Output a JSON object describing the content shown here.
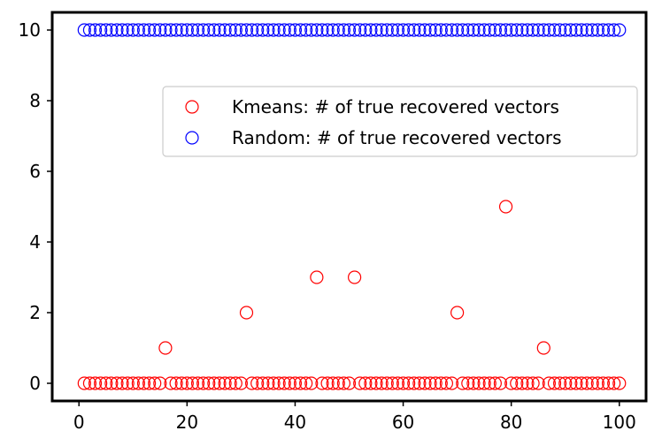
{
  "chart_data": {
    "type": "scatter",
    "x": [
      1,
      2,
      3,
      4,
      5,
      6,
      7,
      8,
      9,
      10,
      11,
      12,
      13,
      14,
      15,
      16,
      17,
      18,
      19,
      20,
      21,
      22,
      23,
      24,
      25,
      26,
      27,
      28,
      29,
      30,
      31,
      32,
      33,
      34,
      35,
      36,
      37,
      38,
      39,
      40,
      41,
      42,
      43,
      44,
      45,
      46,
      47,
      48,
      49,
      50,
      51,
      52,
      53,
      54,
      55,
      56,
      57,
      58,
      59,
      60,
      61,
      62,
      63,
      64,
      65,
      66,
      67,
      68,
      69,
      70,
      71,
      72,
      73,
      74,
      75,
      76,
      77,
      78,
      79,
      80,
      81,
      82,
      83,
      84,
      85,
      86,
      87,
      88,
      89,
      90,
      91,
      92,
      93,
      94,
      95,
      96,
      97,
      98,
      99,
      100
    ],
    "series": [
      {
        "name": "Kmeans: # of true recovered vectors",
        "color": "#ff0000",
        "values": [
          0,
          0,
          0,
          0,
          0,
          0,
          0,
          0,
          0,
          0,
          0,
          0,
          0,
          0,
          0,
          1,
          0,
          0,
          0,
          0,
          0,
          0,
          0,
          0,
          0,
          0,
          0,
          0,
          0,
          0,
          2,
          0,
          0,
          0,
          0,
          0,
          0,
          0,
          0,
          0,
          0,
          0,
          0,
          3,
          0,
          0,
          0,
          0,
          0,
          0,
          3,
          0,
          0,
          0,
          0,
          0,
          0,
          0,
          0,
          0,
          0,
          0,
          0,
          0,
          0,
          0,
          0,
          0,
          0,
          2,
          0,
          0,
          0,
          0,
          0,
          0,
          0,
          0,
          5,
          0,
          0,
          0,
          0,
          0,
          0,
          1,
          0,
          0,
          0,
          0,
          0,
          0,
          0,
          0,
          0,
          0,
          0,
          0,
          0,
          0
        ]
      },
      {
        "name": "Random: # of true recovered vectors",
        "color": "#0000ff",
        "values": [
          10,
          10,
          10,
          10,
          10,
          10,
          10,
          10,
          10,
          10,
          10,
          10,
          10,
          10,
          10,
          10,
          10,
          10,
          10,
          10,
          10,
          10,
          10,
          10,
          10,
          10,
          10,
          10,
          10,
          10,
          10,
          10,
          10,
          10,
          10,
          10,
          10,
          10,
          10,
          10,
          10,
          10,
          10,
          10,
          10,
          10,
          10,
          10,
          10,
          10,
          10,
          10,
          10,
          10,
          10,
          10,
          10,
          10,
          10,
          10,
          10,
          10,
          10,
          10,
          10,
          10,
          10,
          10,
          10,
          10,
          10,
          10,
          10,
          10,
          10,
          10,
          10,
          10,
          10,
          10,
          10,
          10,
          10,
          10,
          10,
          10,
          10,
          10,
          10,
          10,
          10,
          10,
          10,
          10,
          10,
          10,
          10,
          10,
          10,
          10
        ]
      }
    ],
    "xticks": [
      "0",
      "20",
      "40",
      "60",
      "80",
      "100"
    ],
    "yticks": [
      "0",
      "2",
      "4",
      "6",
      "8",
      "10"
    ],
    "xlim": [
      -4.95,
      104.95
    ],
    "ylim": [
      -0.5,
      10.5
    ],
    "grid": false,
    "legend_position": "upper-right",
    "marker": "hollow-circle"
  }
}
